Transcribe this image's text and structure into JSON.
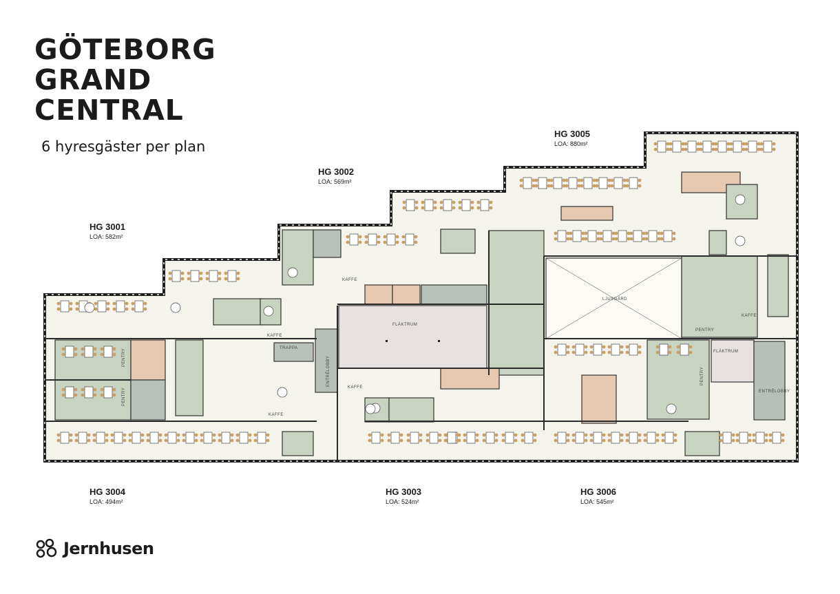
{
  "title": {
    "lines": [
      "GÖTEBORG",
      "GRAND",
      "CENTRAL"
    ]
  },
  "subtitle": "6 hyresgäster per plan",
  "tenants": [
    {
      "id": "hg3001",
      "name": "HG 3001",
      "area": "LOA: 582m²"
    },
    {
      "id": "hg3002",
      "name": "HG 3002",
      "area": "LOA: 569m²"
    },
    {
      "id": "hg3005",
      "name": "HG 3005",
      "area": "LOA: 880m²"
    },
    {
      "id": "hg3004",
      "name": "HG 3004",
      "area": "LOA: 494m²"
    },
    {
      "id": "hg3003",
      "name": "HG 3003",
      "area": "LOA: 524m²"
    },
    {
      "id": "hg3006",
      "name": "HG 3006",
      "area": "LOA: 545m²"
    }
  ],
  "rooms": {
    "flaktrum_center": "FLÄKTRUM",
    "ljusgard": "LJUSGÅRD",
    "flaktrum_right": "FLÄKTRUM",
    "entrelobby_left": "ENTRÉLOBBY",
    "entrelobby_right": "ENTRÉLOBBY",
    "trappa": "TRAPPA",
    "kaffe": "KAFFE",
    "pentry": "PENTRY"
  },
  "brand": {
    "name": "Jernhusen"
  },
  "colors": {
    "wall": "#1e1e1e",
    "floor": "#f4f3ec",
    "green": "#c9d3c2",
    "tan": "#e6c9b0",
    "grey": "#b9c1bb",
    "chair": "#c9a063",
    "flaktrum": "#e8e1e1",
    "lobby": "#b7c0b8"
  }
}
